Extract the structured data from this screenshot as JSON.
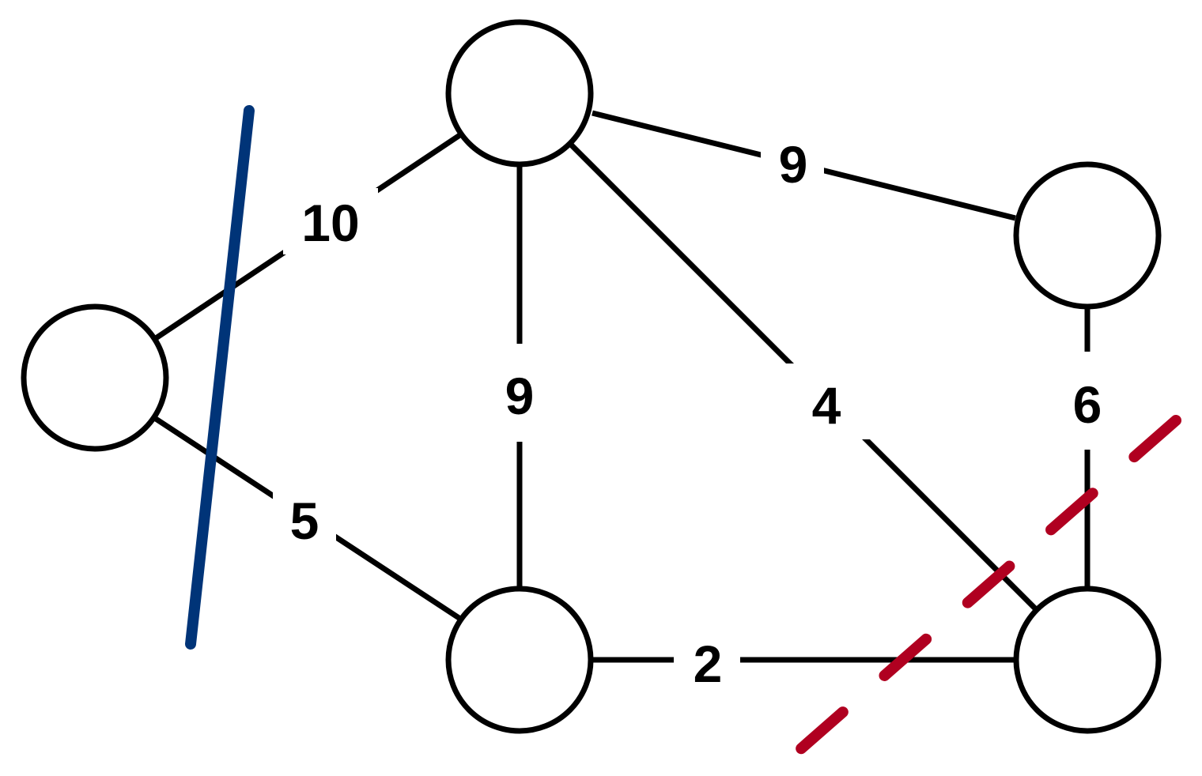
{
  "graph": {
    "nodes": [
      {
        "id": "left"
      },
      {
        "id": "top"
      },
      {
        "id": "right-top"
      },
      {
        "id": "bottom-middle"
      },
      {
        "id": "bottom-right"
      }
    ],
    "edges": [
      {
        "id": "e-left-top",
        "from": "left",
        "to": "top",
        "weight": "10"
      },
      {
        "id": "e-left-bottom-middle",
        "from": "left",
        "to": "bottom-middle",
        "weight": "5"
      },
      {
        "id": "e-top-right-top",
        "from": "top",
        "to": "right-top",
        "weight": "9"
      },
      {
        "id": "e-top-bottom-middle",
        "from": "top",
        "to": "bottom-middle",
        "weight": "9"
      },
      {
        "id": "e-top-bottom-right",
        "from": "top",
        "to": "bottom-right",
        "weight": "4"
      },
      {
        "id": "e-right-top-bottom-right",
        "from": "right-top",
        "to": "bottom-right",
        "weight": "6"
      },
      {
        "id": "e-bottom-middle-bottom-right",
        "from": "bottom-middle",
        "to": "bottom-right",
        "weight": "2"
      }
    ]
  },
  "cuts": [
    {
      "id": "solid-cut",
      "style": "solid",
      "color": "#003478"
    },
    {
      "id": "dashed-cut",
      "style": "dashed",
      "color": "#b00020"
    }
  ]
}
